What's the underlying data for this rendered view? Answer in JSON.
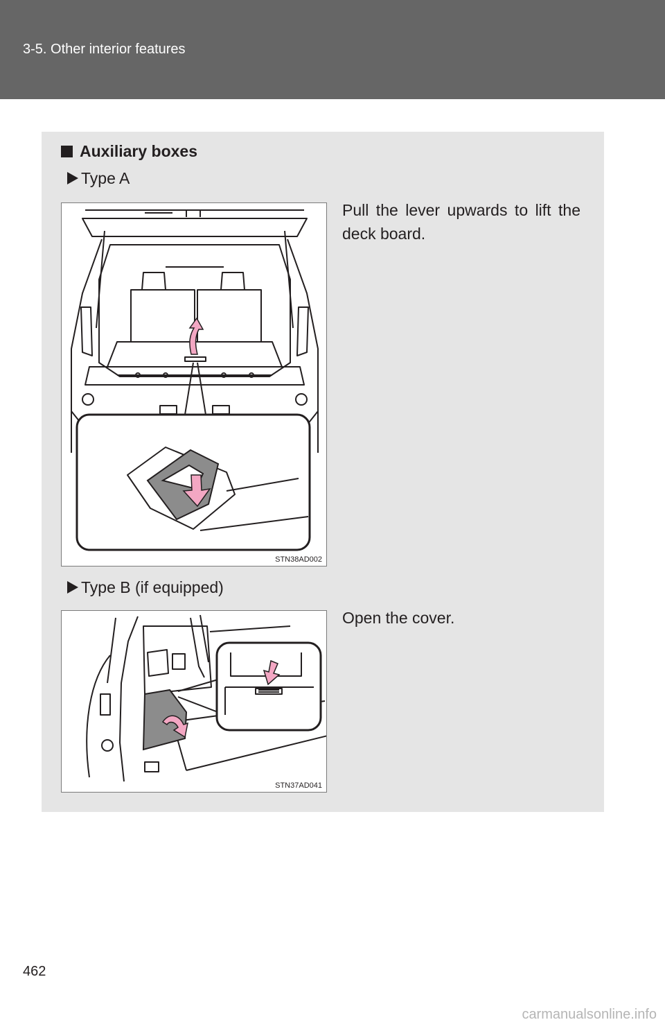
{
  "header": {
    "title": "3-5. Other interior features"
  },
  "section": {
    "heading": "Auxiliary boxes",
    "type_a": {
      "label": "Type A",
      "instruction": "Pull the lever upwards to lift the deck board.",
      "figure_code": "STN38AD002"
    },
    "type_b": {
      "label": "Type B (if equipped)",
      "instruction": "Open the cover.",
      "figure_code": "STN37AD041"
    }
  },
  "footer": {
    "page_number": "462",
    "watermark": "carmanualsonline.info"
  },
  "colors": {
    "header_bg": "#666666",
    "panel_bg": "#e5e5e5",
    "arrow_pink": "#f3a7c3",
    "part_gray": "#8c8c8c"
  }
}
